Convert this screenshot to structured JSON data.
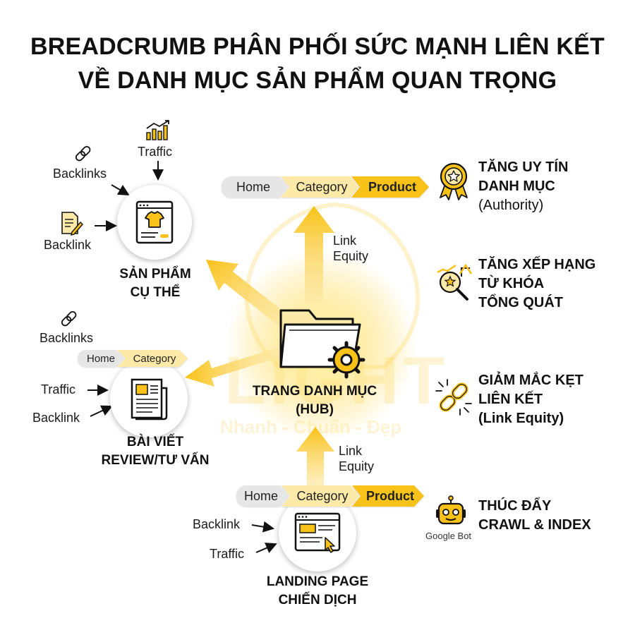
{
  "title": {
    "line1": "BREADCRUMB PHÂN PHỐI SỨC MẠNH LIÊN KẾT",
    "line2": "VỀ DANH MỤC SẢN PHẨM QUAN TRỌNG"
  },
  "watermark": {
    "brand": "LIGHT",
    "slogan": "Nhanh - Chuẩn - Đẹp"
  },
  "hub": {
    "line1": "TRANG DANH MỤC",
    "line2": "(HUB)",
    "icon": "folder-gear-icon"
  },
  "link_equity_top": {
    "line1": "Link",
    "line2": "Equity"
  },
  "link_equity_bottom": {
    "line1": "Link",
    "line2": "Equity"
  },
  "breadcrumb_top": {
    "home": "Home",
    "category": "Category",
    "product": "Product"
  },
  "breadcrumb_mid": {
    "home": "Home",
    "category": "Category"
  },
  "breadcrumb_bottom": {
    "home": "Home",
    "category": "Category",
    "product": "Product"
  },
  "product_node": {
    "line1": "SẢN PHẨM",
    "line2": "CỤ THỂ",
    "backlinks": "Backlinks",
    "traffic": "Traffic",
    "backlink": "Backlink"
  },
  "review_node": {
    "line1": "BÀI VIẾT",
    "line2": "REVIEW/TƯ VẤN",
    "backlinks": "Backlinks",
    "traffic": "Traffic",
    "backlink": "Backlink"
  },
  "landing_node": {
    "line1": "LANDING PAGE",
    "line2": "CHIẾN DỊCH",
    "backlink": "Backlink",
    "traffic": "Traffic"
  },
  "benefits": [
    {
      "line1": "TĂNG UY TÍN",
      "line2": "DANH MỤC",
      "line3": "(Authority)",
      "icon": "award-badge-icon"
    },
    {
      "line1": "TĂNG XẾP HẠNG",
      "line2": "TỪ KHÓA",
      "line3": "TỔNG QUÁT",
      "icon": "ranking-magnifier-icon"
    },
    {
      "line1": "GIẢM MẮC KẸT",
      "line2": "LIÊN KẾT",
      "line3": "(Link Equity)",
      "icon": "broken-chain-icon"
    },
    {
      "line1": "THÚC ĐẨY",
      "line2": "CRAWL & INDEX",
      "icon": "robot-icon",
      "caption": "Google Bot"
    }
  ],
  "colors": {
    "accent": "#f9c218",
    "accent_light": "#fde9a8",
    "text": "#111111",
    "crumb_home": "#e6e6e6"
  }
}
